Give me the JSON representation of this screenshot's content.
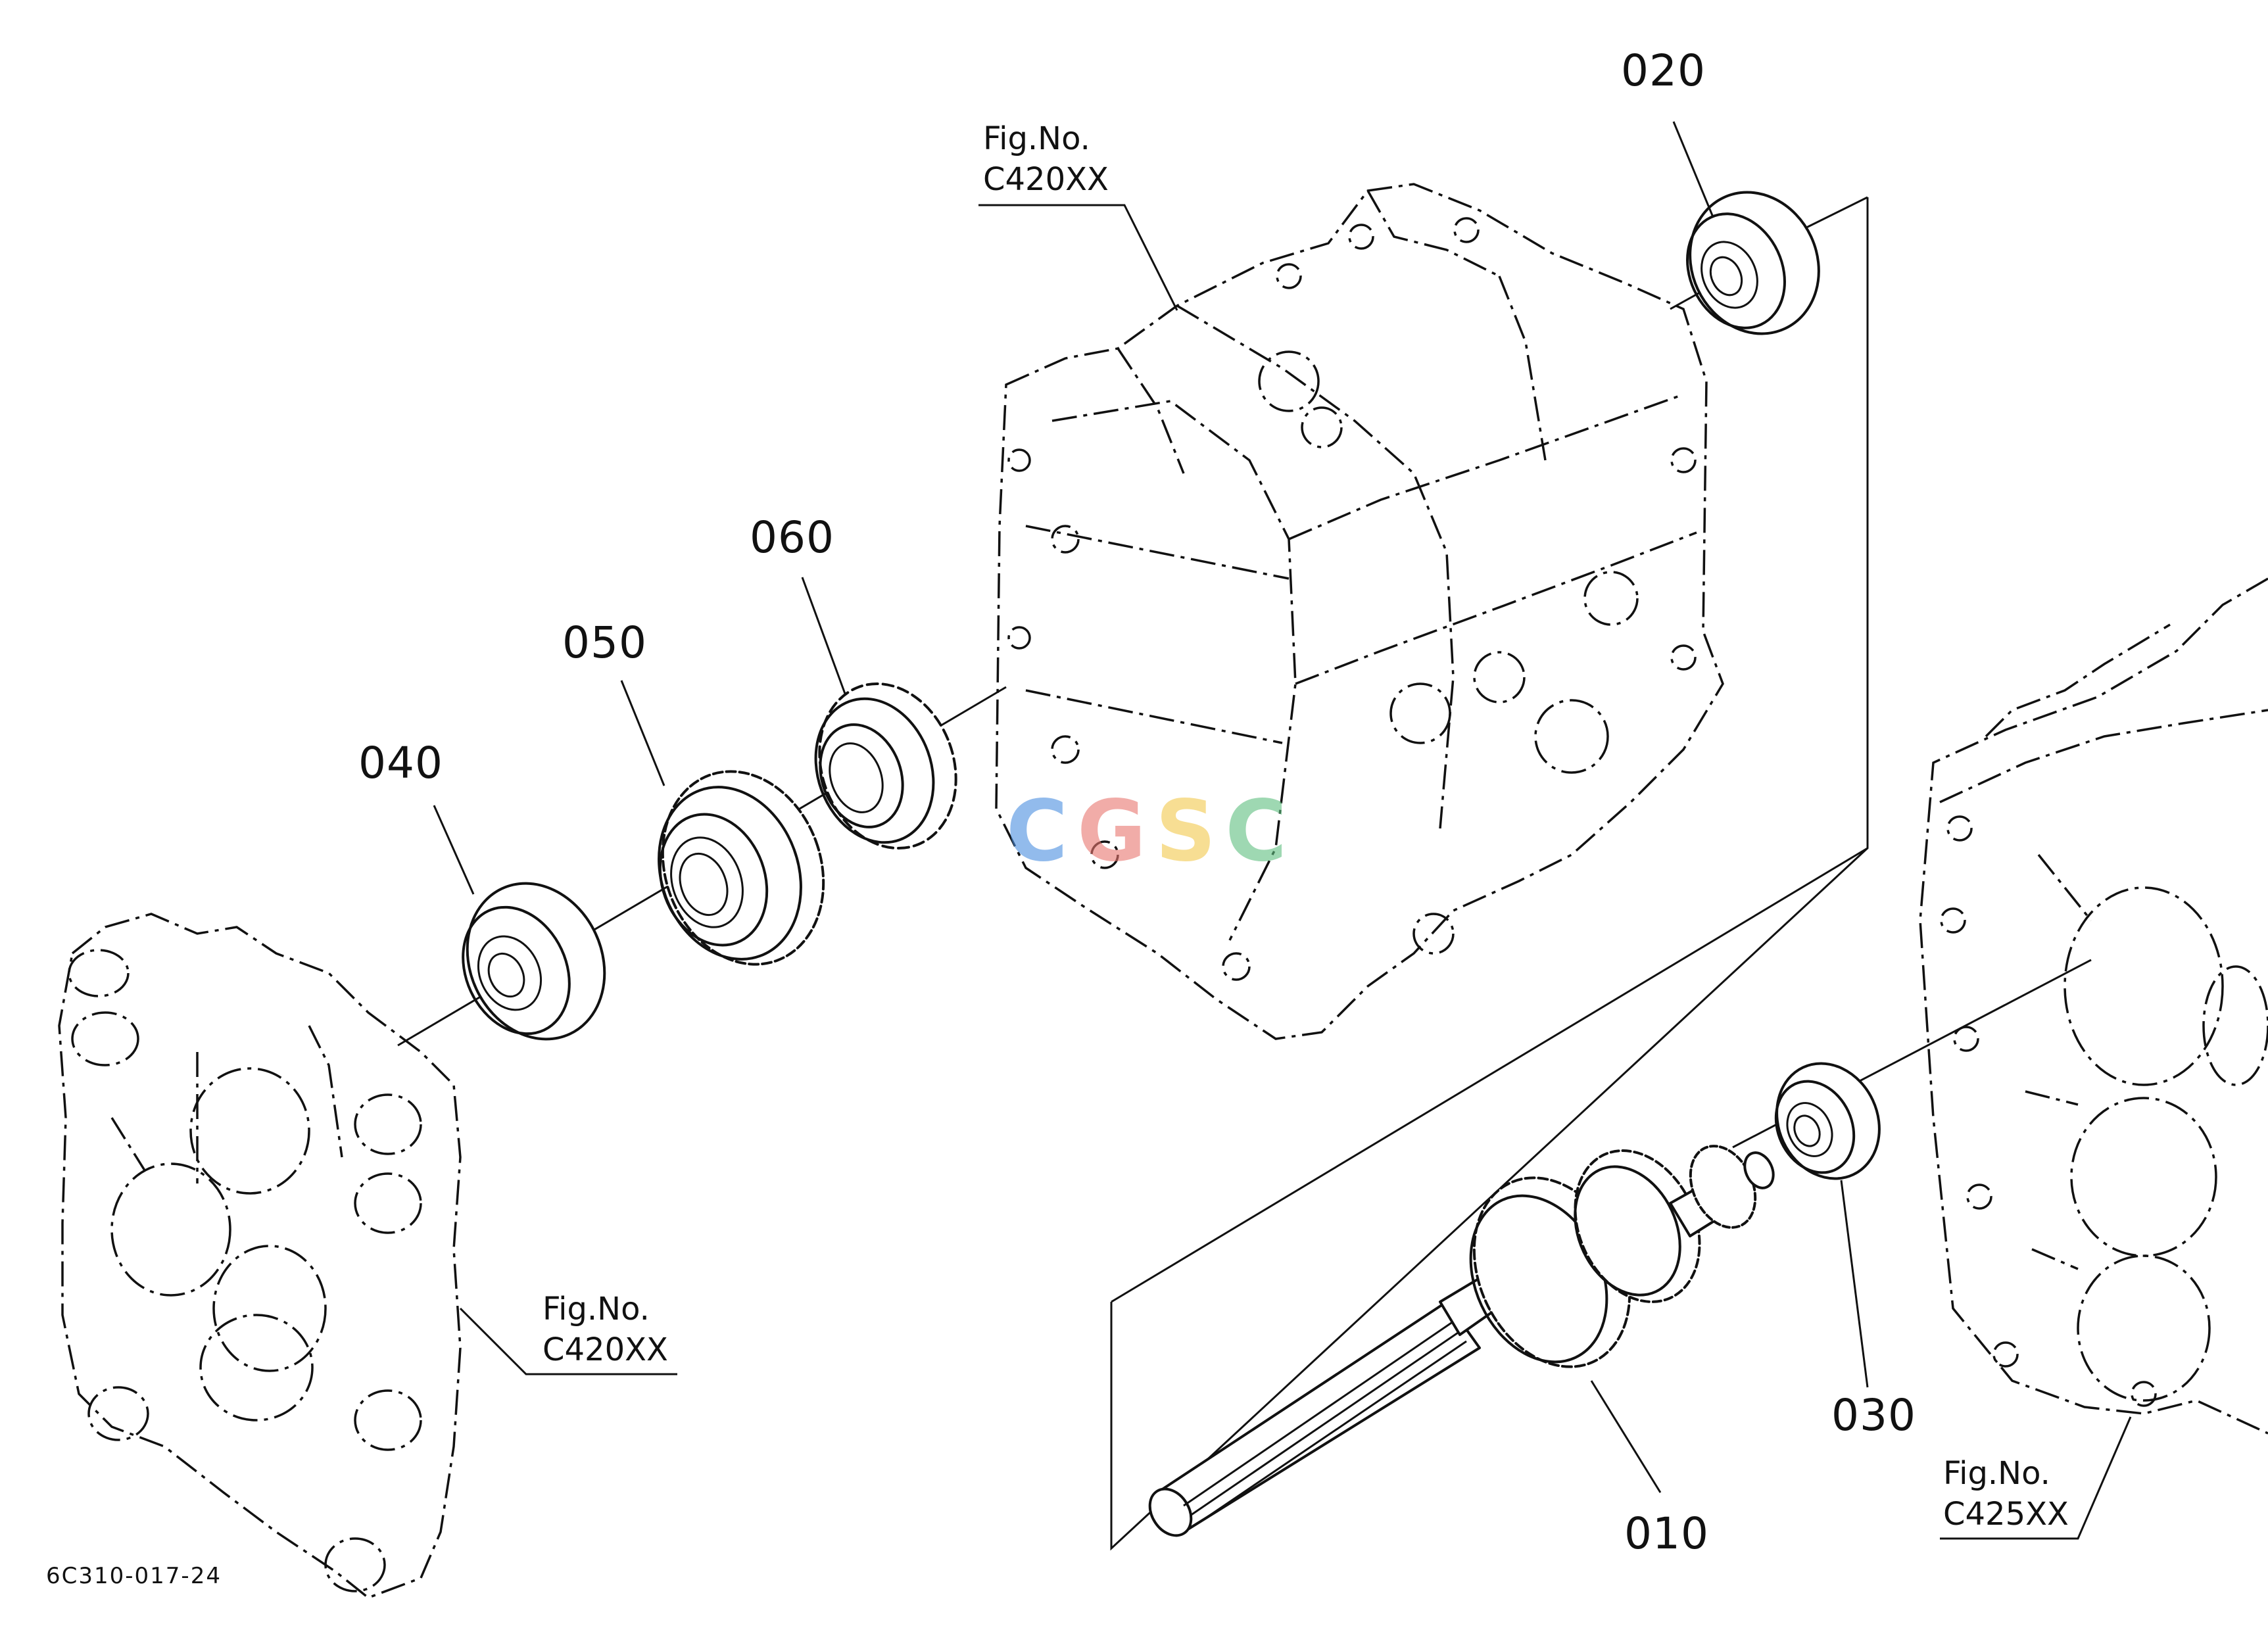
{
  "part_labels": {
    "p010": "010",
    "p020": "020",
    "p030": "030",
    "p040": "040",
    "p050": "050",
    "p060": "060"
  },
  "figure_refs": {
    "top": {
      "line1": "Fig.No.",
      "line2": "C420XX"
    },
    "left": {
      "line1": "Fig.No.",
      "line2": "C420XX"
    },
    "right": {
      "line1": "Fig.No.",
      "line2": "C425XX"
    }
  },
  "drawing_code": "6C310-017-24",
  "watermark": {
    "letters": [
      "C",
      "G",
      "S",
      "C"
    ],
    "colors": [
      "#4a8fe0",
      "#e8766f",
      "#f2c94c",
      "#5fbf7f"
    ]
  }
}
